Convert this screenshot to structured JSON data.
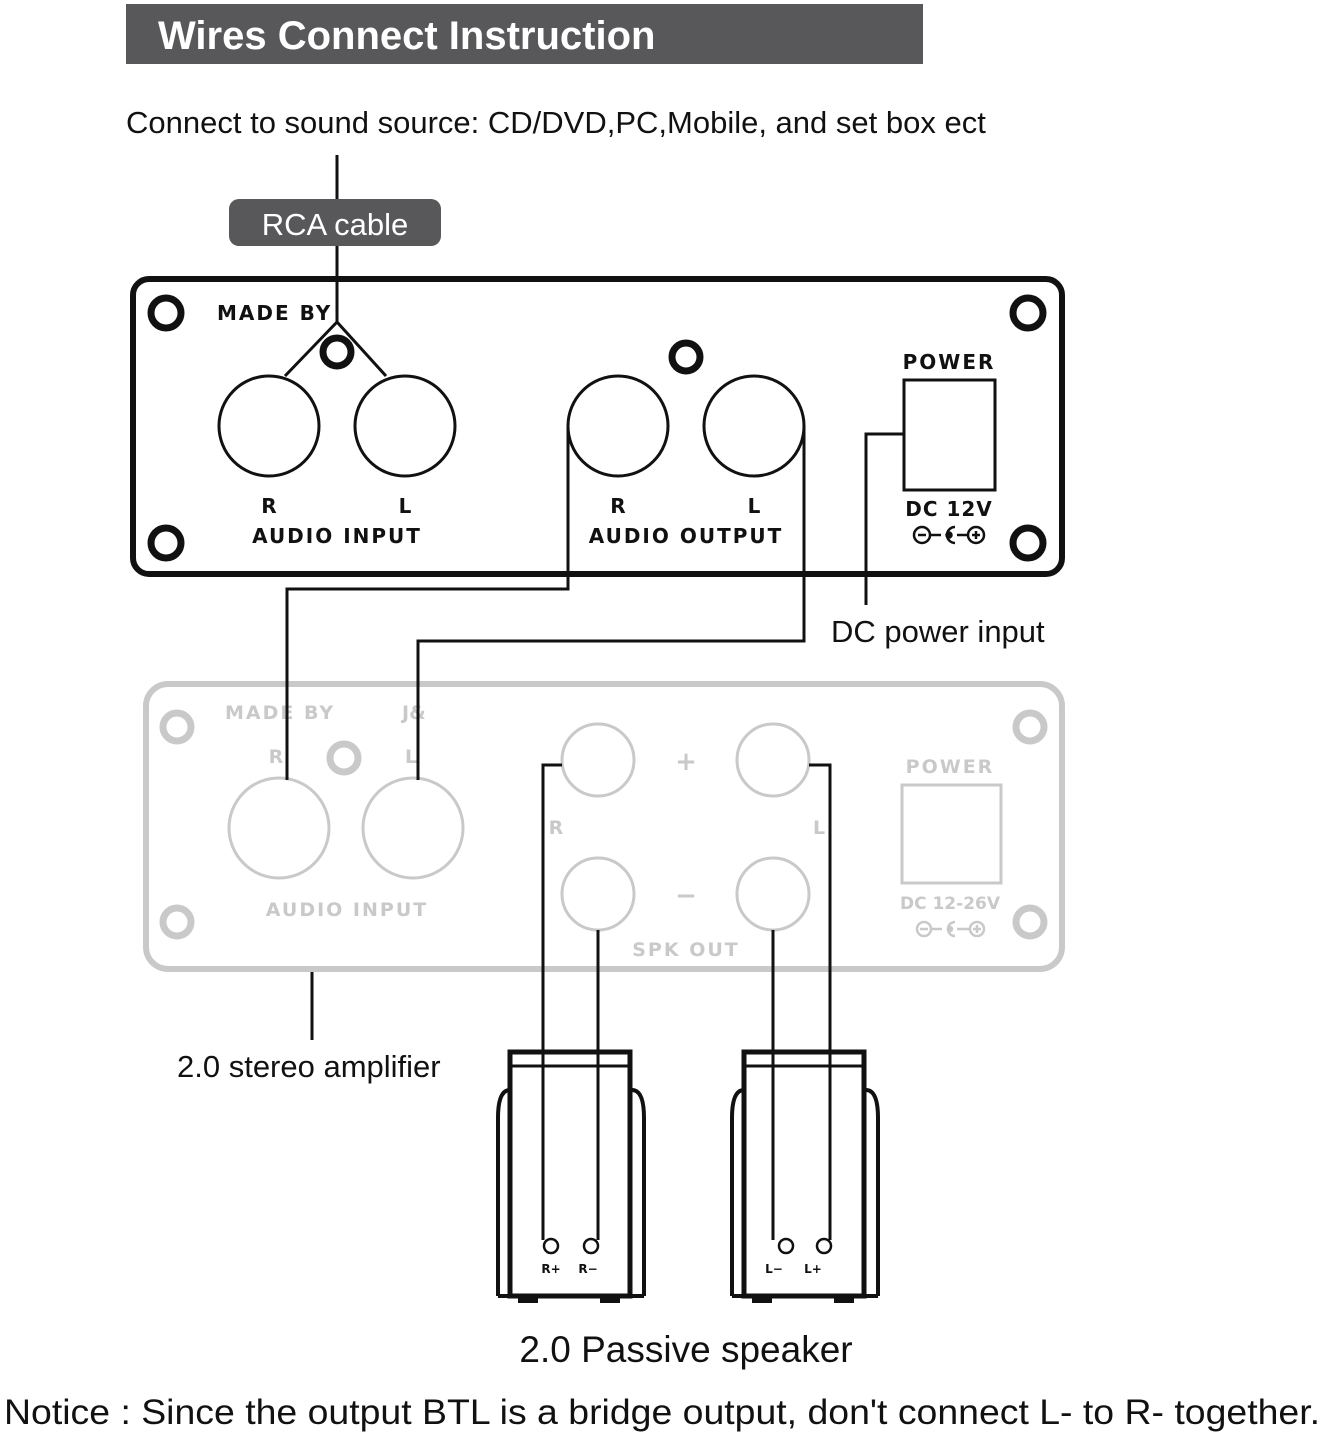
{
  "header": {
    "title": "Wires Connect Instruction"
  },
  "labels": {
    "source": "Connect to sound source: CD/DVD,PC,Mobile, and set box ect",
    "rca_cable": "RCA cable",
    "dc_power_input": "DC power input",
    "amplifier": "2.0 stereo amplifier",
    "speakers": "2.0 Passive speaker",
    "notice": "Notice : Since the output BTL is a bridge output, don't connect L- to R- together."
  },
  "top_device": {
    "made_by": "MADE BY",
    "input_r": "R",
    "input_l": "L",
    "audio_input": "AUDIO INPUT",
    "output_r": "R",
    "output_l": "L",
    "audio_output": "AUDIO OUTPUT",
    "power": "POWER",
    "dc_voltage": "DC 12V"
  },
  "amp_device": {
    "made_by": "MADE BY",
    "brand": "J&",
    "input_r": "R",
    "input_l": "L",
    "audio_input": "AUDIO INPUT",
    "plus": "+",
    "minus": "−",
    "spk_r": "R",
    "spk_l": "L",
    "spk_out": "SPK OUT",
    "power": "POWER",
    "dc_voltage": "DC 12-26V"
  },
  "speakers": {
    "right_plus": "R+",
    "right_minus": "R−",
    "left_minus": "L−",
    "left_plus": "L+"
  },
  "colors": {
    "header_bg": "#58585a",
    "header_text": "#ffffff",
    "line": "#111111",
    "faded": "#c9c9c9"
  }
}
